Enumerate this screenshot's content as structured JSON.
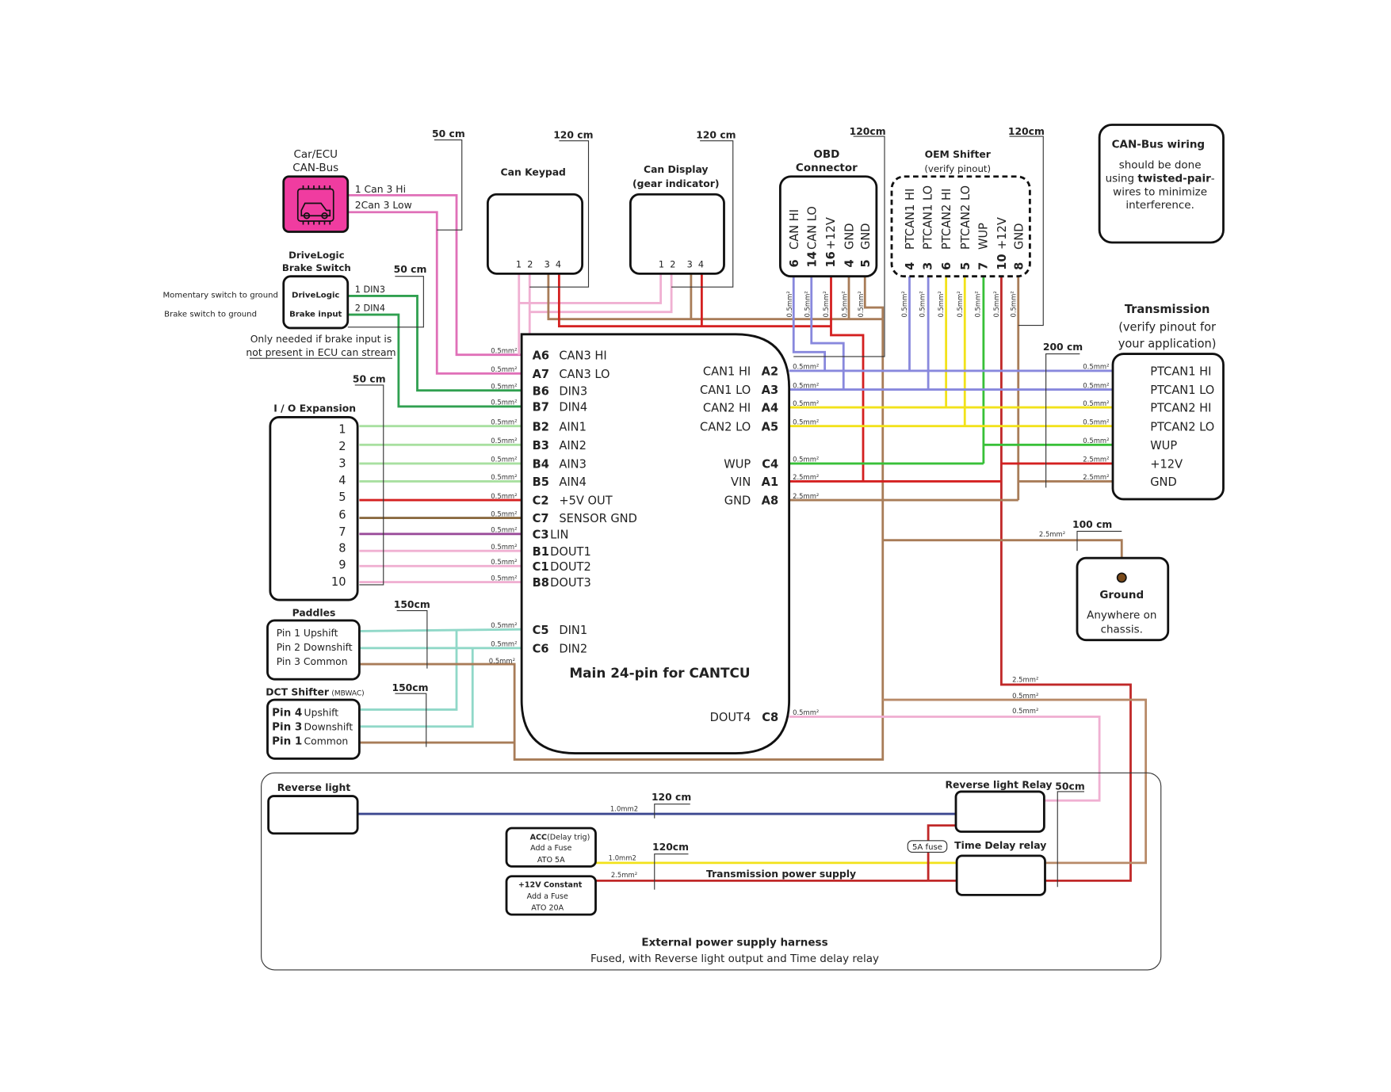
{
  "colors": {
    "can3_hi": "#e070b8",
    "can_light_pink": "#f0b0d2",
    "din_green": "#30a050",
    "ain_green": "#a8e0a0",
    "red": "#d42020",
    "brown": "#a87c58",
    "lin_purple": "#9a4c9a",
    "paddle_teal": "#90d8c8",
    "can1_blue": "#8888dd",
    "can2_yellow": "#f2e21a",
    "wup_green": "#38c038",
    "reverse_navy": "#3c4890",
    "ecu_pink": "#f03ca0"
  },
  "ecu": {
    "title1": "Car/ECU",
    "title2": "CAN-Bus",
    "icon": "car-chip-icon",
    "pin1": "1 Can 3 Hi",
    "pin2": "2Can 3 Low",
    "length": "50 cm"
  },
  "brake_switch": {
    "title1": "DriveLogic",
    "title2": "Brake Switch",
    "inner1": "DriveLogic",
    "inner2": "Brake input",
    "side1": "Momentary switch to ground",
    "side2": "Brake switch to ground",
    "pin1": "1 DIN3",
    "pin2": "2 DIN4",
    "length": "50 cm",
    "note1": "Only needed if brake input is",
    "note2": "not present in ECU can stream"
  },
  "keypad": {
    "title": "Can Keypad",
    "pins": "1  2    3  4",
    "length": "120 cm"
  },
  "display": {
    "title1": "Can Display",
    "title2": "(gear indicator)",
    "pins": "1  2    3  4",
    "length": "120 cm"
  },
  "obd": {
    "title1": "OBD",
    "title2": "Connector",
    "length": "120cm",
    "pins": [
      {
        "num": "6",
        "label": "CAN HI"
      },
      {
        "num": "14",
        "label": "CAN LO"
      },
      {
        "num": "16",
        "label": "+12V"
      },
      {
        "num": "4",
        "label": "GND"
      },
      {
        "num": "5",
        "label": "GND"
      }
    ],
    "gauge": "0.5mm²"
  },
  "oem_shifter": {
    "title": "OEM Shifter",
    "subtitle": "(verify pinout)",
    "length": "120cm",
    "pins": [
      {
        "num": "4",
        "label": "PTCAN1 HI"
      },
      {
        "num": "3",
        "label": "PTCAN1 LO"
      },
      {
        "num": "6",
        "label": "PTCAN2 HI"
      },
      {
        "num": "5",
        "label": "PTCAN2 LO"
      },
      {
        "num": "7",
        "label": "WUP"
      },
      {
        "num": "10",
        "label": "+12V"
      },
      {
        "num": "8",
        "label": "GND"
      }
    ],
    "gauge": "0.5mm²"
  },
  "canbus_note": {
    "title": "CAN-Bus wiring",
    "line1": "should be done",
    "line2a": "using ",
    "line2b": "twisted-pair",
    "line2c": "-",
    "line3": "wires to minimize",
    "line4": "interference."
  },
  "transmission": {
    "title": "Transmission",
    "sub1": "(verify pinout for",
    "sub2": "your application)",
    "length": "200 cm",
    "pins": [
      {
        "label": "PTCAN1 HI",
        "gauge": "0.5mm²"
      },
      {
        "label": "PTCAN1 LO",
        "gauge": "0.5mm²"
      },
      {
        "label": "PTCAN2 HI",
        "gauge": "0.5mm²"
      },
      {
        "label": "PTCAN2 LO",
        "gauge": "0.5mm²"
      },
      {
        "label": "WUP",
        "gauge": "0.5mm²"
      },
      {
        "label": "+12V",
        "gauge": "2.5mm²"
      },
      {
        "label": "GND",
        "gauge": "2.5mm²"
      }
    ]
  },
  "ground": {
    "title": "Ground",
    "line1": "Anywhere on",
    "line2": "chassis.",
    "length": "100 cm",
    "gauge": "2.5mm²"
  },
  "io_expansion": {
    "title": "I / O Expansion",
    "length": "50 cm",
    "pins": [
      "1",
      "2",
      "3",
      "4",
      "5",
      "6",
      "7",
      "8",
      "9",
      "10"
    ]
  },
  "paddles": {
    "title": "Paddles",
    "length": "150cm",
    "pins": [
      "Pin 1 Upshift",
      "Pin 2 Downshift",
      "Pin 3 Common"
    ]
  },
  "dct_shifter": {
    "title": "DCT Shifter",
    "subtitle": "(MBWAC)",
    "length": "150cm",
    "pins": [
      {
        "num": "Pin 4",
        "label": "Upshift"
      },
      {
        "num": "Pin 3",
        "label": "Downshift"
      },
      {
        "num": "Pin 1",
        "label": "Common"
      }
    ]
  },
  "cantcu": {
    "title": "Main 24-pin for CANTCU",
    "left_pins": [
      {
        "pin": "A6",
        "label": "CAN3 HI",
        "gauge": "0.5mm²"
      },
      {
        "pin": "A7",
        "label": "CAN3 LO",
        "gauge": "0.5mm²"
      },
      {
        "pin": "B6",
        "label": "DIN3",
        "gauge": "0.5mm²"
      },
      {
        "pin": "B7",
        "label": "DIN4",
        "gauge": "0.5mm²"
      },
      {
        "pin": "B2",
        "label": "AIN1",
        "gauge": "0.5mm²"
      },
      {
        "pin": "B3",
        "label": "AIN2",
        "gauge": "0.5mm²"
      },
      {
        "pin": "B4",
        "label": "AIN3",
        "gauge": "0.5mm²"
      },
      {
        "pin": "B5",
        "label": "AIN4",
        "gauge": "0.5mm²"
      },
      {
        "pin": "C2",
        "label": "+5V OUT",
        "gauge": "0.5mm²"
      },
      {
        "pin": "C7",
        "label": "SENSOR GND",
        "gauge": "0.5mm²"
      },
      {
        "pin": "C3",
        "label": "LIN",
        "gauge": "0.5mm²"
      },
      {
        "pin": "B1",
        "label": "DOUT1",
        "gauge": "0.5mm²"
      },
      {
        "pin": "C1",
        "label": "DOUT2",
        "gauge": "0.5mm²"
      },
      {
        "pin": "B8",
        "label": "DOUT3",
        "gauge": "0.5mm²"
      },
      {
        "pin": "C5",
        "label": "DIN1",
        "gauge": "0.5mm²"
      },
      {
        "pin": "C6",
        "label": "DIN2",
        "gauge": "0.5mm²"
      }
    ],
    "common_gauge": "0.5mm²",
    "right_pins": [
      {
        "pin": "A2",
        "label": "CAN1 HI",
        "gauge": "0.5mm²"
      },
      {
        "pin": "A3",
        "label": "CAN1 LO",
        "gauge": "0.5mm²"
      },
      {
        "pin": "A4",
        "label": "CAN2 HI",
        "gauge": "0.5mm²"
      },
      {
        "pin": "A5",
        "label": "CAN2 LO",
        "gauge": "0.5mm²"
      },
      {
        "pin": "C4",
        "label": "WUP",
        "gauge": "0.5mm²"
      },
      {
        "pin": "A1",
        "label": "VIN",
        "gauge": "2.5mm²"
      },
      {
        "pin": "A8",
        "label": "GND",
        "gauge": "2.5mm²"
      },
      {
        "pin": "C8",
        "label": "DOUT4",
        "gauge": "0.5mm²"
      }
    ]
  },
  "relay_gauges": [
    "2.5mm²",
    "0.5mm²",
    "0.5mm²"
  ],
  "harness": {
    "title": "External power supply harness",
    "subtitle": "Fused, with Reverse light output and Time delay relay",
    "reverse_light": "Reverse light",
    "reverse_relay": "Reverse light Relay",
    "reverse_relay_length": "50cm",
    "reverse_length": "120 cm",
    "reverse_gauge": "1.0mm2",
    "time_delay_relay": "Time Delay relay",
    "fuse": "5A fuse",
    "acc": {
      "bold": "ACC",
      "rest": "(Delay trig)",
      "line2": "Add a Fuse",
      "line3": "ATO 5A"
    },
    "constant": {
      "line1": "+12V Constant",
      "line2": "Add a Fuse",
      "line3": "ATO 20A"
    },
    "supply_length": "120cm",
    "acc_gauge": "1.0mm2",
    "constant_gauge": "2.5mm²",
    "supply_label": "Transmission power supply"
  }
}
